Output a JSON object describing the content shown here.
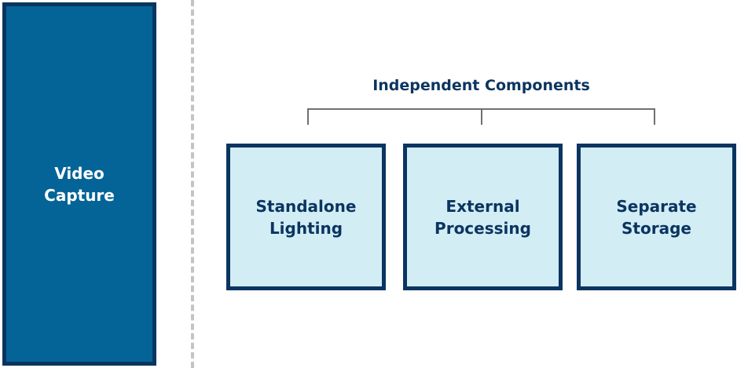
{
  "capture": {
    "label_line1": "Video",
    "label_line2": "Capture"
  },
  "group": {
    "title": "Independent Components"
  },
  "components": [
    {
      "line1": "Standalone",
      "line2": "Lighting"
    },
    {
      "line1": "External",
      "line2": "Processing"
    },
    {
      "line1": "Separate",
      "line2": "Storage"
    }
  ],
  "colors": {
    "capture_fill": "#046497",
    "border_navy": "#0b3560",
    "component_fill": "#d3edf5",
    "divider_gray": "#c4c4c4",
    "bracket_gray": "#707070"
  }
}
